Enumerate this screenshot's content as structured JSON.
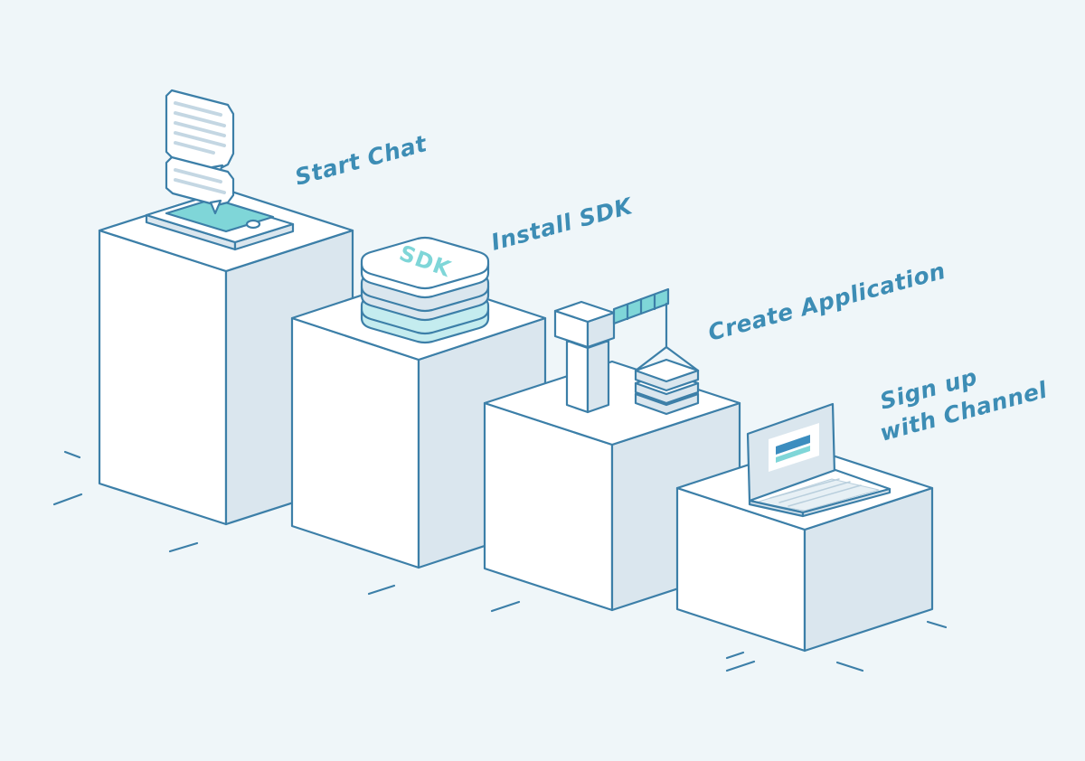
{
  "steps": [
    {
      "label": "Start Chat",
      "order": 4
    },
    {
      "label": "Install SDK",
      "order": 3
    },
    {
      "label": "Create Application",
      "order": 2
    },
    {
      "label": "Sign up",
      "label_line2": "with Channel",
      "order": 1
    }
  ],
  "sdk_tag": "SDK",
  "colors": {
    "background": "#eff6f9",
    "outline": "#3c7fa8",
    "face_front": "#ffffff",
    "face_side": "#dae6ee",
    "accent": "#7fd6d8",
    "accent_light": "#c4ecef",
    "label": "#3d8db5"
  }
}
